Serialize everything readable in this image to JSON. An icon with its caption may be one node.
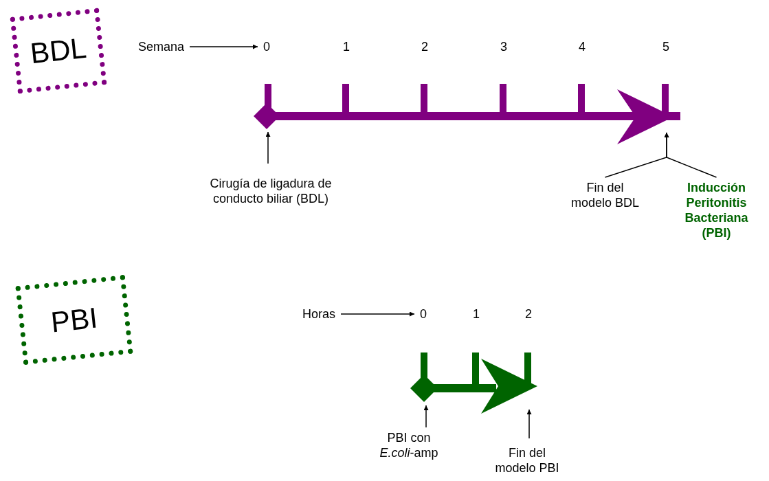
{
  "diagram": {
    "nodes": [
      {
        "text": [
          "BDL"
        ]
      },
      {
        "text": [
          "Semana"
        ]
      },
      {
        "text": [
          "0"
        ]
      },
      {
        "text": [],
        "shape": "arrow"
      },
      {
        "text": [
          "Cirugía de ligadura de conducto biliar (BDL)"
        ]
      },
      {
        "text": [
          "Fin del modelo BDL"
        ]
      },
      {
        "text": [
          "Inducción Peritonitis Bacteriana (PBI)"
        ]
      },
      {
        "text": [
          "PBI"
        ]
      },
      {
        "text": [
          "Horas"
        ]
      },
      {
        "text": [
          "0"
        ]
      },
      {
        "text": [],
        "shape": "arrow"
      },
      {
        "text": [
          "PBI con *E.coli*-amp"
        ]
      },
      {
        "text": [
          "Fin del modelo PBI"
        ]
      }
    ],
    "edges": [
      {
        "from": 1,
        "to": 2,
        "arrow": "to"
      },
      {
        "from": 4,
        "to": 3,
        "arrow": "to"
      },
      {
        "from": 5,
        "to": 3,
        "arrow": "to"
      },
      {
        "from": 6,
        "to": 3,
        "arrow": "to"
      },
      {
        "from": 8,
        "to": 9,
        "arrow": "to"
      },
      {
        "from": 11,
        "to": 10,
        "arrow": "to"
      },
      {
        "from": 12,
        "to": 10,
        "arrow": "to"
      }
    ],
    "labels": [
      "1",
      "2",
      "3",
      "4",
      "5",
      "1",
      "2"
    ]
  }
}
